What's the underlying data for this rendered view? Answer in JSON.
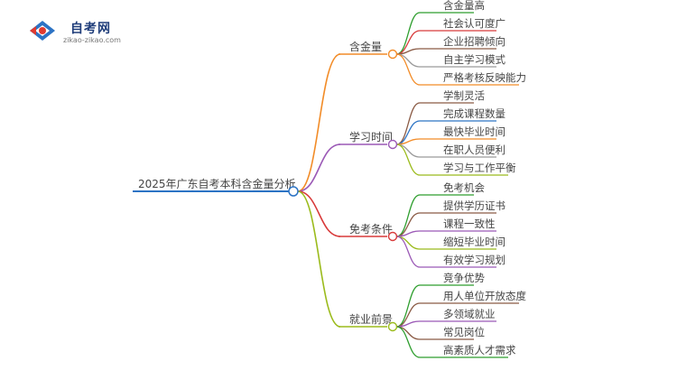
{
  "logo": {
    "name": "自考网",
    "url": "zikao-zikao.com"
  },
  "mindmap": {
    "root": {
      "label": "2025年广东自考本科含金量分析",
      "color": "#2c73c4"
    },
    "branches": [
      {
        "label": "含金量",
        "color": "#f28c28",
        "children": [
          {
            "label": "含金量高",
            "color": "#2e9e2e"
          },
          {
            "label": "社会认可度广",
            "color": "#d83a3a"
          },
          {
            "label": "企业招聘倾向",
            "color": "#8a5a44"
          },
          {
            "label": "自主学习模式",
            "color": "#9a9a9a"
          },
          {
            "label": "严格考核反映能力",
            "color": "#f28c28"
          }
        ]
      },
      {
        "label": "学习时间",
        "color": "#9b59b6",
        "children": [
          {
            "label": "学制灵活",
            "color": "#8a5a44"
          },
          {
            "label": "完成课程数量",
            "color": "#2c73c4"
          },
          {
            "label": "最快毕业时间",
            "color": "#f28c28"
          },
          {
            "label": "在职人员便利",
            "color": "#9a9a9a"
          },
          {
            "label": "学习与工作平衡",
            "color": "#9bbb1c"
          }
        ]
      },
      {
        "label": "免考条件",
        "color": "#d83a3a",
        "children": [
          {
            "label": "免考机会",
            "color": "#2e9e2e"
          },
          {
            "label": "提供学历证书",
            "color": "#8a5a44"
          },
          {
            "label": "课程一致性",
            "color": "#9b59b6"
          },
          {
            "label": "缩短毕业时间",
            "color": "#9bbb1c"
          },
          {
            "label": "有效学习规划",
            "color": "#9b59b6"
          }
        ]
      },
      {
        "label": "就业前景",
        "color": "#9bbb1c",
        "children": [
          {
            "label": "竞争优势",
            "color": "#2e9e2e"
          },
          {
            "label": "用人单位开放态度",
            "color": "#8a5a44"
          },
          {
            "label": "多领域就业",
            "color": "#9b59b6"
          },
          {
            "label": "常见岗位",
            "color": "#8a5a44"
          },
          {
            "label": "高素质人才需求",
            "color": "#2e9e2e"
          }
        ]
      }
    ]
  }
}
